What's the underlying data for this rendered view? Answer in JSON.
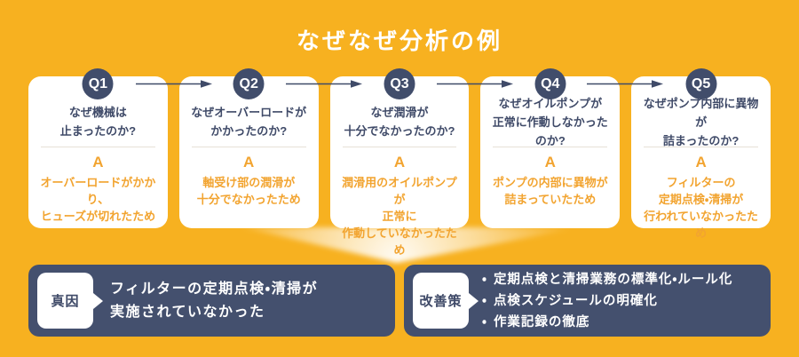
{
  "title": "なぜなぜ分析の例",
  "answer_prefix": "A",
  "steps": [
    {
      "badge": "Q1",
      "question": "なぜ機械は\n止まったのか?",
      "answer": "オーバーロードがかかり、\nヒューズが切れたため"
    },
    {
      "badge": "Q2",
      "question": "なぜオーバーロードが\nかかったのか?",
      "answer": "軸受け部の潤滑が\n十分でなかったため"
    },
    {
      "badge": "Q3",
      "question": "なぜ潤滑が\n十分でなかったのか?",
      "answer": "潤滑用のオイルポンプが\n正常に\n作動していなかったため"
    },
    {
      "badge": "Q4",
      "question": "なぜオイルポンプが\n正常に作動しなかったのか?",
      "answer": "ポンプの内部に異物が\n詰まっていたため"
    },
    {
      "badge": "Q5",
      "question": "なぜポンプ内部に異物が\n詰まったのか?",
      "answer": "フィルターの\n定期点検・清掃が\n行われていなかったため"
    }
  ],
  "root_cause": {
    "label": "真因",
    "text": "フィルターの定期点検・清掃が\n実施されていなかった"
  },
  "improvements": {
    "label": "改善策",
    "bullet": "・",
    "items": [
      "定期点検と清掃業務の標準化・ルール化",
      "点検スケジュールの明確化",
      "作業記録の徹底"
    ]
  },
  "colors": {
    "bg": "#F7B120",
    "navy": "#44506E",
    "navy-deep": "#414D6B",
    "text-navy": "#3F4A68",
    "accent": "#F2A430",
    "divider": "#E7E1D7",
    "card-bg": "#FFFFFF"
  }
}
